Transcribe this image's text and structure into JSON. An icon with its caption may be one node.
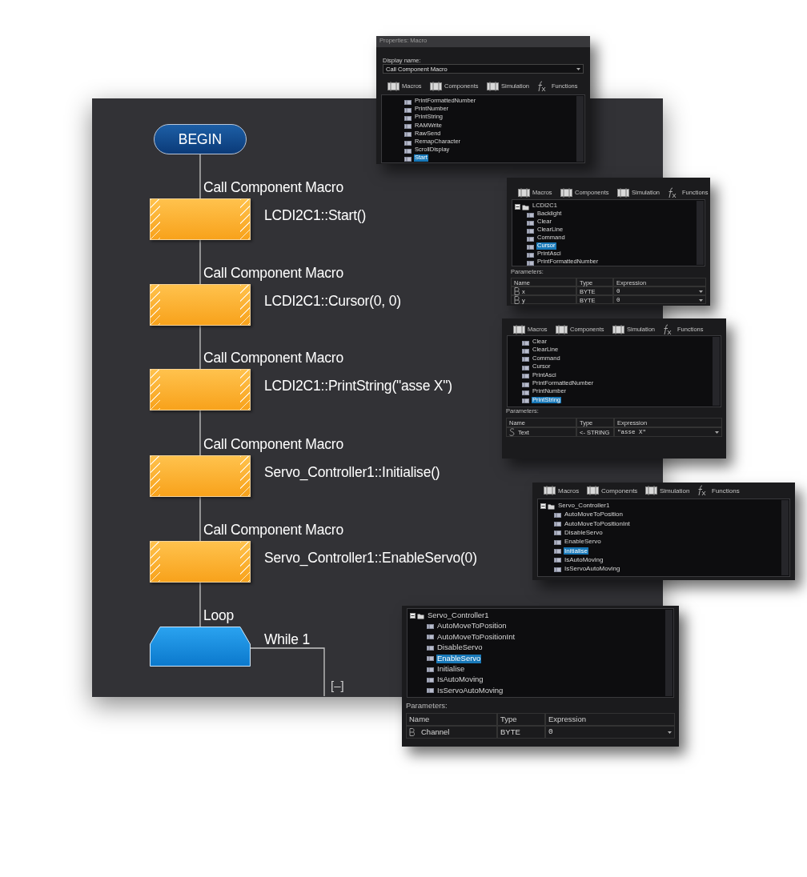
{
  "diagram": {
    "nodes": [
      {
        "text": [
          "BEGIN"
        ]
      },
      {
        "text": [
          "Call Component Macro",
          "LCDI2C1::Start()"
        ]
      },
      {
        "text": [
          "Call Component Macro",
          "LCDI2C1::Cursor(0, 0)"
        ]
      },
      {
        "text": [
          "Call Component Macro",
          "LCDI2C1::PrintString(\"asse X\")"
        ]
      },
      {
        "text": [
          "Call Component Macro",
          "Servo_Controller1::Initialise()"
        ]
      },
      {
        "text": [
          "Call Component Macro",
          "Servo_Controller1::EnableServo(0)"
        ]
      },
      {
        "text": [
          "Loop",
          "While 1"
        ]
      }
    ],
    "edges": [
      {
        "from": 0,
        "to": 1,
        "arrow": "none"
      },
      {
        "from": 1,
        "to": 2,
        "arrow": "none"
      },
      {
        "from": 2,
        "to": 3,
        "arrow": "none"
      },
      {
        "from": 3,
        "to": 4,
        "arrow": "none"
      },
      {
        "from": 4,
        "to": 5,
        "arrow": "none"
      },
      {
        "from": 5,
        "to": 6,
        "arrow": "none"
      },
      {
        "from": 6,
        "to": null,
        "arrow": "none"
      }
    ],
    "labels": [
      "Properties: Macro",
      "Display name:",
      "Call Component Macro",
      "Macros",
      "Components",
      "Simulation",
      "Functions",
      "PrintFormattedNumber",
      "PrintNumber",
      "PrintString",
      "RAMWrite",
      "RawSend",
      "RemapCharacter",
      "ScrollDisplay",
      "Start",
      "Macros",
      "Components",
      "Simulation",
      "Functions",
      "LCDI2C1",
      "Backlight",
      "Clear",
      "ClearLine",
      "Command",
      "Cursor",
      "PrintAsci",
      "PrintFormattedNumber",
      "Parameters:",
      "Name",
      "Type",
      "Expression",
      "x",
      "BYTE",
      "0",
      "y",
      "BYTE",
      "0",
      "Macros",
      "Components",
      "Simulation",
      "Functions",
      "Clear",
      "ClearLine",
      "Command",
      "Cursor",
      "PrintAsci",
      "PrintFormattedNumber",
      "PrintNumber",
      "PrintString",
      "Parameters:",
      "Name",
      "Type",
      "Expression",
      "Text",
      "<- STRING",
      "\"asse X\"",
      "Macros",
      "Components",
      "Simulation",
      "Functions",
      "Servo_Controller1",
      "AutoMoveToPosition",
      "AutoMoveToPositionInt",
      "DisableServo",
      "EnableServo",
      "Initialise",
      "IsAutoMoving",
      "IsServoAutoMoving",
      "Servo_Controller1",
      "AutoMoveToPosition",
      "AutoMoveToPositionInt",
      "DisableServo",
      "EnableServo",
      "Initialise",
      "IsAutoMoving",
      "IsServoAutoMoving",
      "Parameters:",
      "Name",
      "Type",
      "Expression",
      "Channel",
      "BYTE",
      "0",
      "[–]"
    ]
  }
}
